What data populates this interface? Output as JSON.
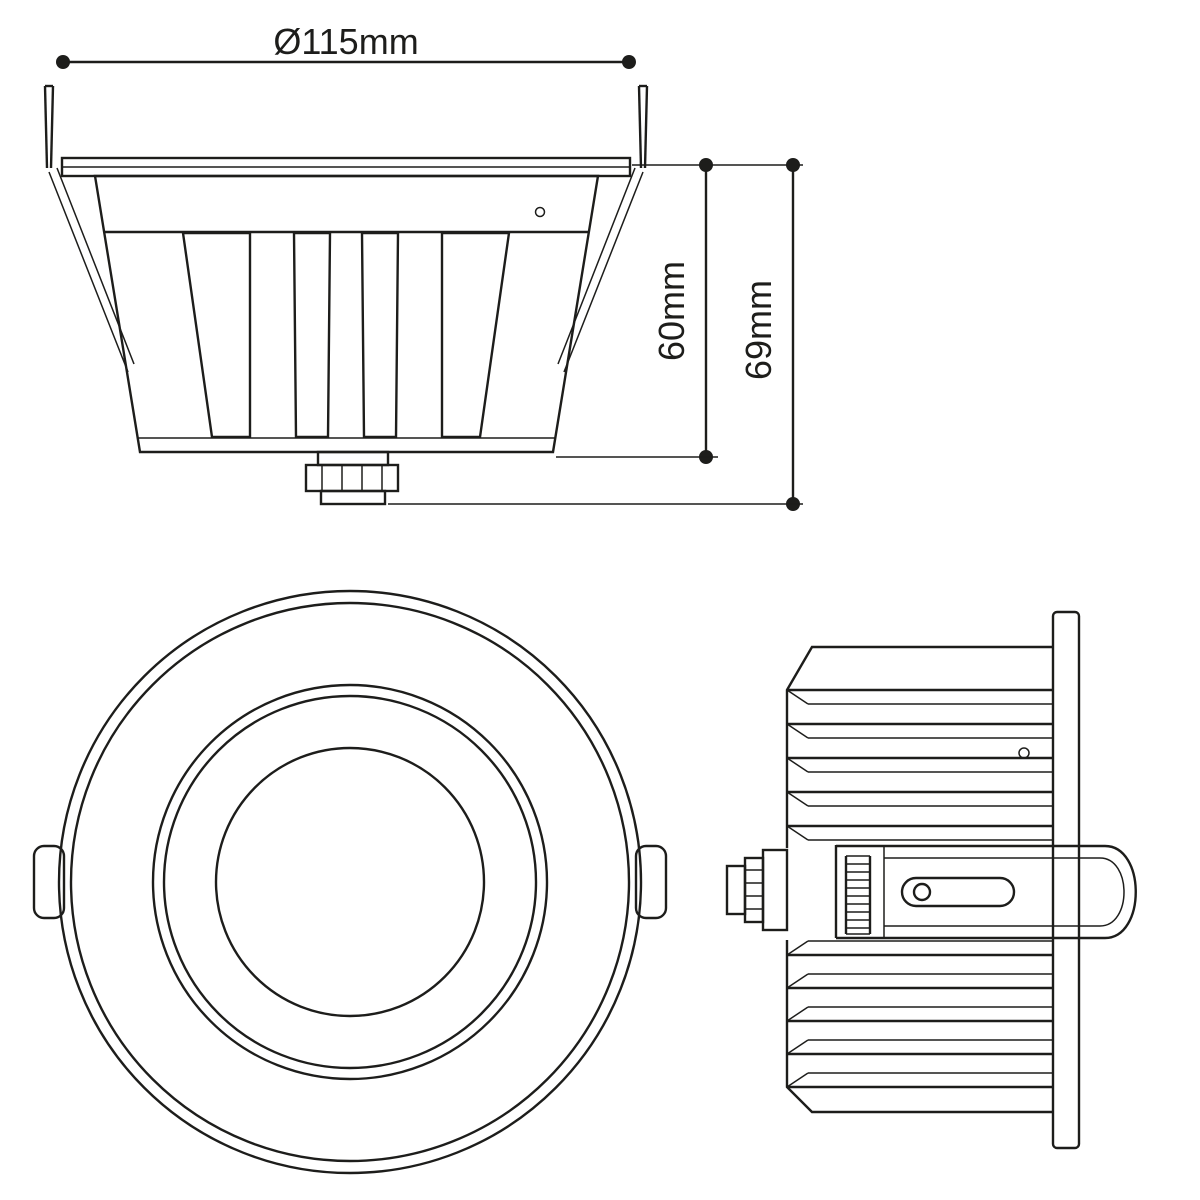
{
  "drawing": {
    "dimensions": {
      "diameter": "Ø115mm",
      "recess_depth": "60mm",
      "overall_height": "69mm"
    },
    "colors": {
      "line": "#1d1d1b",
      "background": "#ffffff"
    }
  }
}
